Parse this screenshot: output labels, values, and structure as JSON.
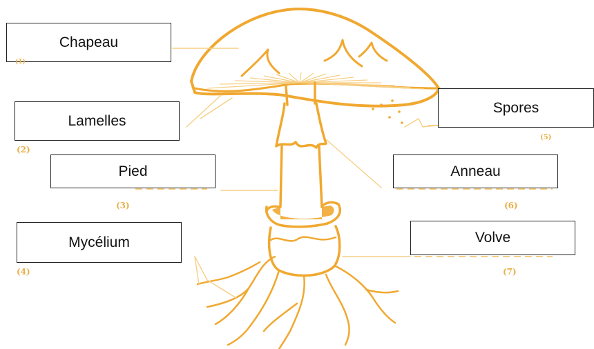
{
  "labels": {
    "chapeau": "Chapeau",
    "lamelles": "Lamelles",
    "pied": "Pied",
    "mycelium": "Mycélium",
    "spores": "Spores",
    "anneau": "Anneau",
    "volve": "Volve"
  },
  "numbers": {
    "n1": "(1)",
    "n2": "(2)",
    "n3": "(3)",
    "n4": "(4)",
    "n5": "(5)",
    "n6": "(6)",
    "n7": "(7)"
  },
  "colors": {
    "illustration": "#f0a830",
    "illustration_light": "#f6cf86",
    "number_text": "#e8b04a",
    "box_border": "#222222"
  }
}
